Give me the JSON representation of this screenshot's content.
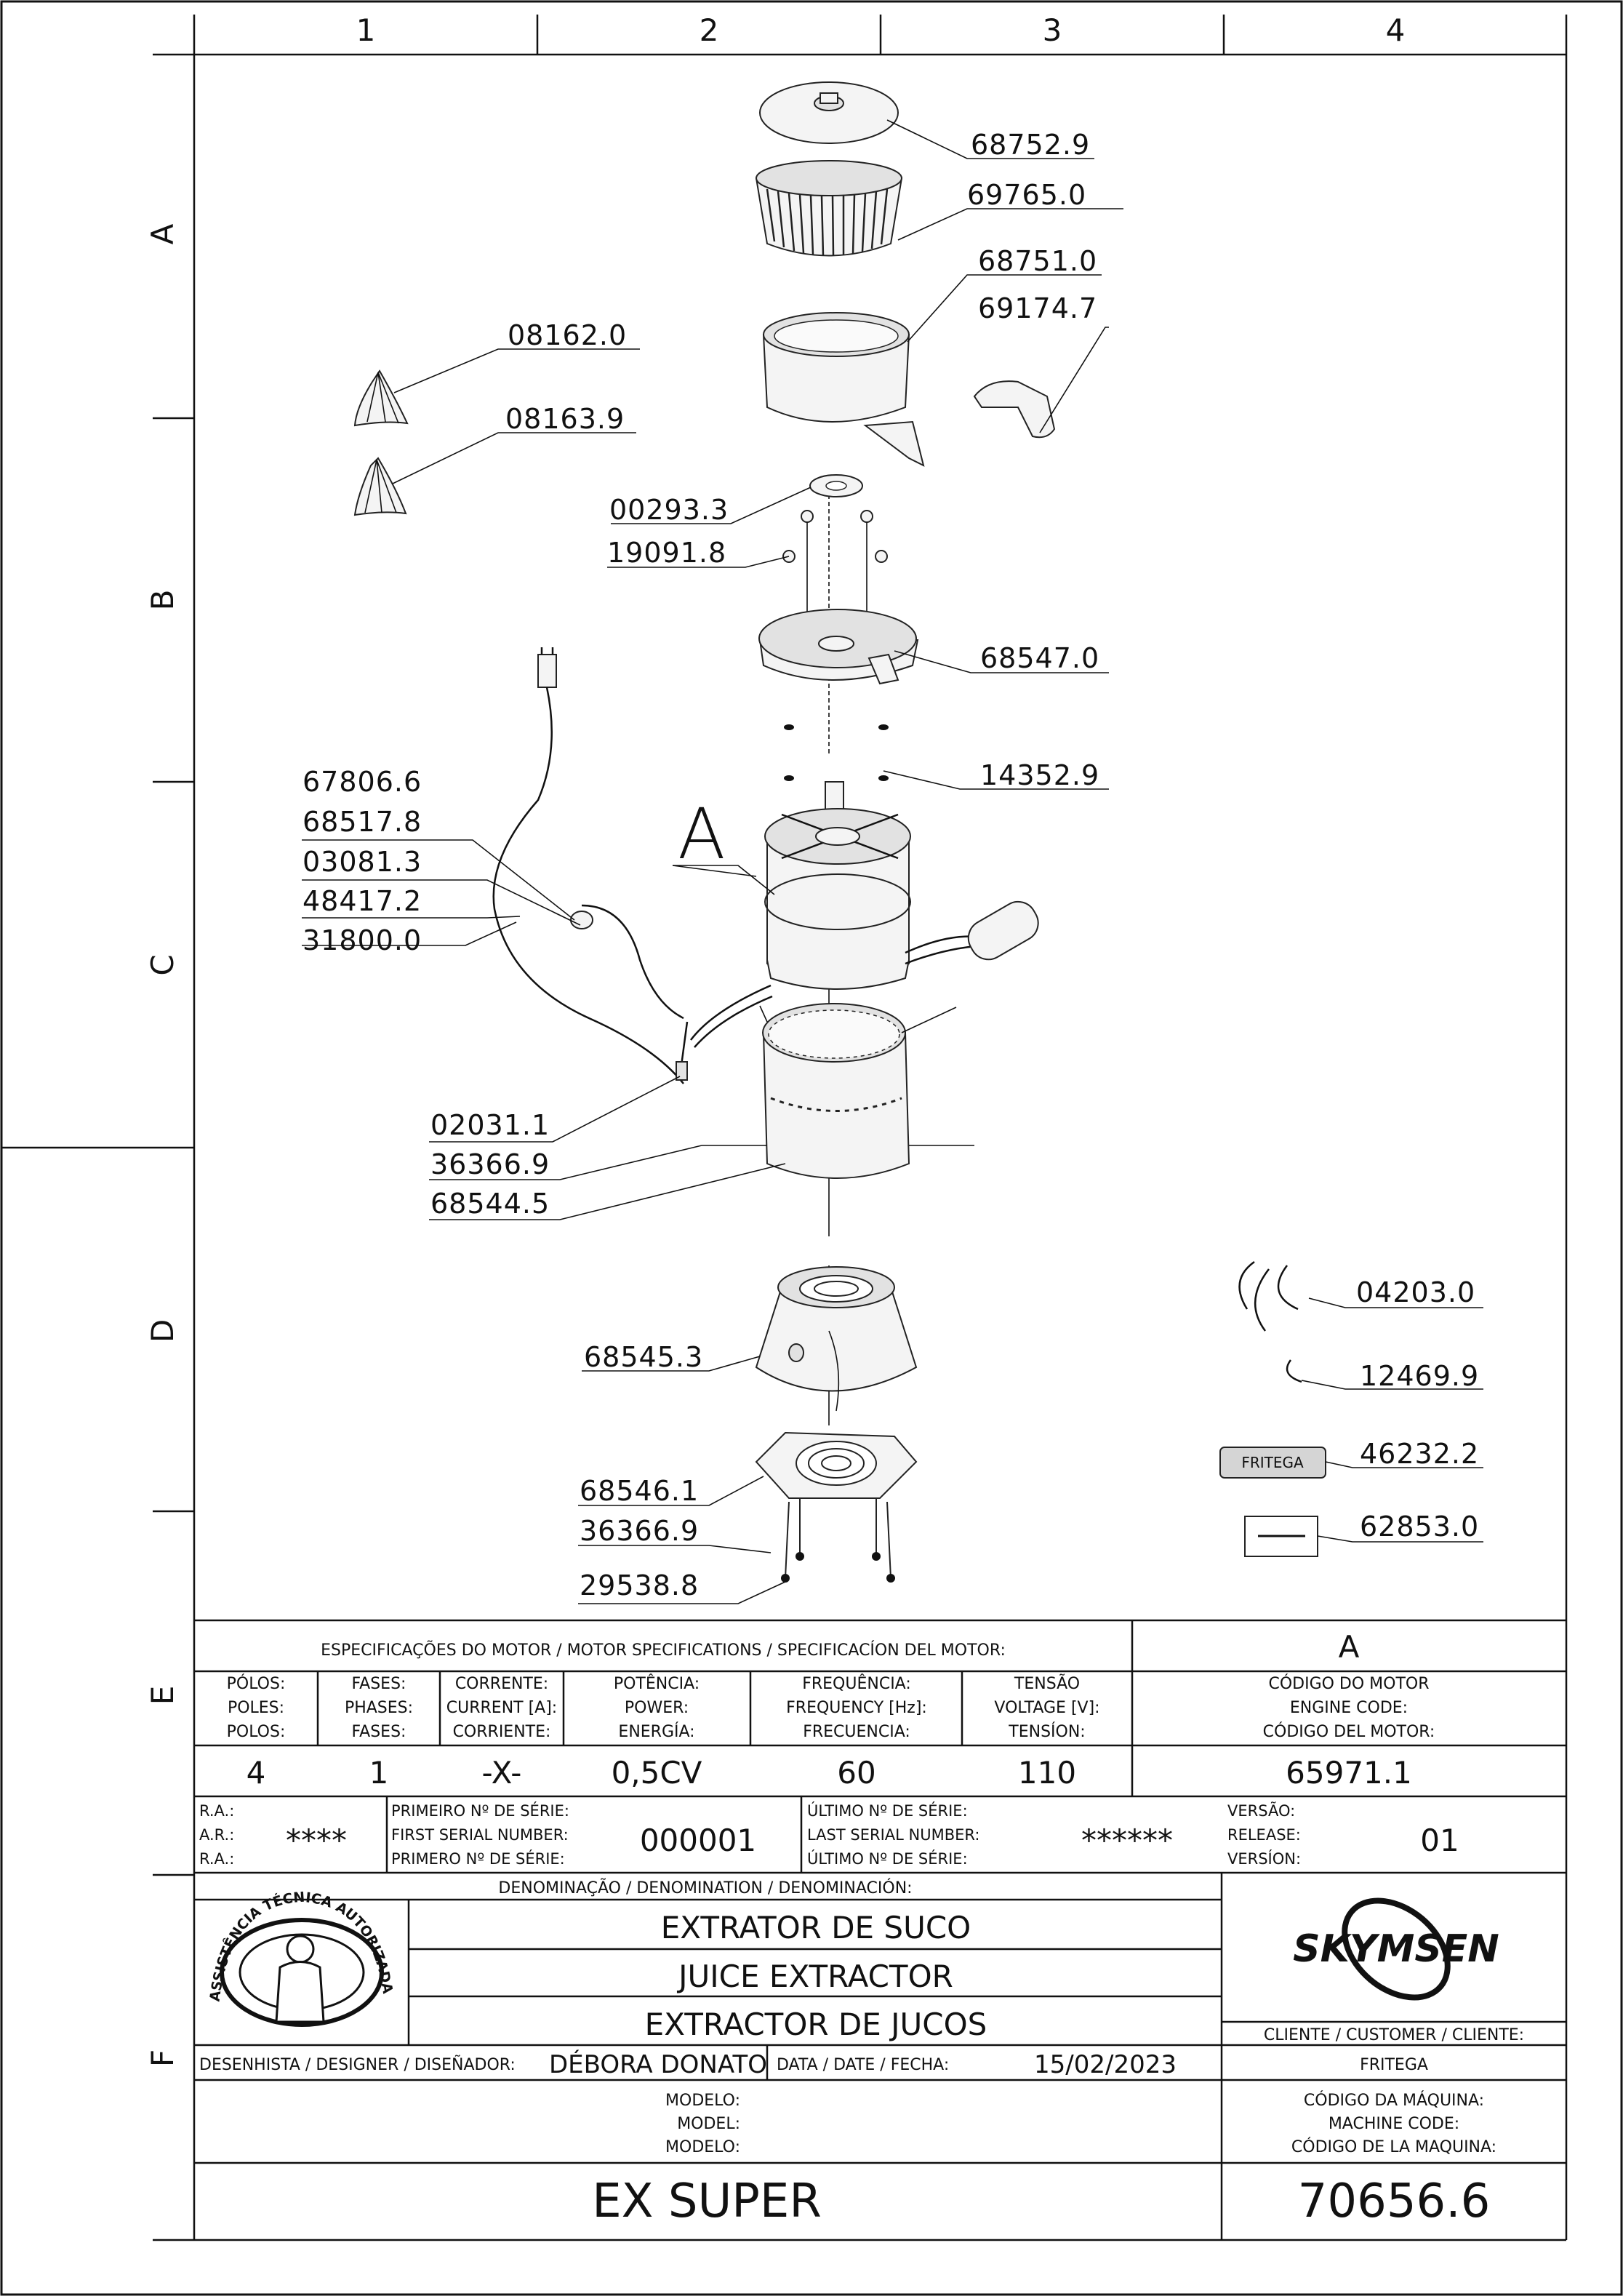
{
  "grid": {
    "columns": [
      "1",
      "2",
      "3",
      "4"
    ],
    "rows": [
      "A",
      "B",
      "C",
      "D",
      "E",
      "F"
    ]
  },
  "parts": [
    {
      "code": "68752.9"
    },
    {
      "code": "69765.0"
    },
    {
      "code": "68751.0"
    },
    {
      "code": "69174.7"
    },
    {
      "code": "08162.0"
    },
    {
      "code": "08163.9"
    },
    {
      "code": "00293.3"
    },
    {
      "code": "19091.8"
    },
    {
      "code": "68547.0"
    },
    {
      "code": "14352.9"
    },
    {
      "code": "67806.6"
    },
    {
      "code": "68517.8"
    },
    {
      "code": "03081.3"
    },
    {
      "code": "48417.2"
    },
    {
      "code": "31800.0"
    },
    {
      "code": "02031.1"
    },
    {
      "code": "36366.9"
    },
    {
      "code": "68544.5"
    },
    {
      "code": "68545.3"
    },
    {
      "code": "68546.1"
    },
    {
      "code": "36366.9"
    },
    {
      "code": "29538.8"
    },
    {
      "code": "04203.0"
    },
    {
      "code": "12469.9"
    },
    {
      "code": "46232.2"
    },
    {
      "code": "62853.0"
    }
  ],
  "detail_label": "A",
  "badge_text": "FRITEGA",
  "motor_specs": {
    "header": "ESPECIFICAÇÕES DO MOTOR / MOTOR SPECIFICATIONS / SPECIFICACÍON DEL MOTOR:",
    "detail_ref": "A",
    "columns": [
      {
        "l1": "PÓLOS:",
        "l2": "POLES:",
        "l3": "POLOS:",
        "value": "4"
      },
      {
        "l1": "FASES:",
        "l2": "PHASES:",
        "l3": "FASES:",
        "value": "1"
      },
      {
        "l1": "CORRENTE:",
        "l2": "CURRENT [A]:",
        "l3": "CORRIENTE:",
        "value": "-X-"
      },
      {
        "l1": "POTÊNCIA:",
        "l2": "POWER:",
        "l3": "ENERGÍA:",
        "value": "0,5CV"
      },
      {
        "l1": "FREQUÊNCIA:",
        "l2": "FREQUENCY [Hz]:",
        "l3": "FRECUENCIA:",
        "value": "60"
      },
      {
        "l1": "TENSÃO",
        "l2": "VOLTAGE [V]:",
        "l3": "TENSÍON:",
        "value": "110"
      },
      {
        "l1": "CÓDIGO DO MOTOR",
        "l2": "ENGINE CODE:",
        "l3": "CÓDIGO DEL MOTOR:",
        "value": "65971.1"
      }
    ]
  },
  "serial": {
    "ra_labels": [
      "R.A.:",
      "A.R.:",
      "R.A.:"
    ],
    "ra_value": "****",
    "first_labels": [
      "PRIMEIRO Nº DE SÉRIE:",
      "FIRST SERIAL NUMBER:",
      "PRIMERO Nº DE SÉRIE:"
    ],
    "first_value": "000001",
    "last_labels": [
      "ÚLTIMO Nº DE SÉRIE:",
      "LAST SERIAL NUMBER:",
      "ÚLTIMO Nº DE SÉRIE:"
    ],
    "last_value": "******",
    "version_labels": [
      "VERSÃO:",
      "RELEASE:",
      "VERSÍON:"
    ],
    "version_value": "01"
  },
  "title_block": {
    "denomination_label": "DENOMINAÇÃO / DENOMINATION / DENOMINACIÓN:",
    "names": [
      "EXTRATOR DE SUCO",
      "JUICE EXTRACTOR",
      "EXTRACTOR DE JUCOS"
    ],
    "logo_text": "SKYMSEN",
    "stamp_text": "ASSISTÊNCIA TÉCNICA AUTORIZADA",
    "customer_label": "CLIENTE / CUSTOMER / CLIENTE:",
    "customer": "FRITEGA",
    "designer_label": "DESENHISTA / DESIGNER / DISEÑADOR:",
    "designer": "DÉBORA DONATO",
    "date_label": "DATA / DATE / FECHA:",
    "date": "15/02/2023",
    "model_labels": [
      "MODELO:",
      "MODEL:",
      "MODELO:"
    ],
    "model": "EX SUPER",
    "machine_code_labels": [
      "CÓDIGO DA MÁQUINA:",
      "MACHINE CODE:",
      "CÓDIGO DE LA MAQUINA:"
    ],
    "machine_code": "70656.6"
  }
}
